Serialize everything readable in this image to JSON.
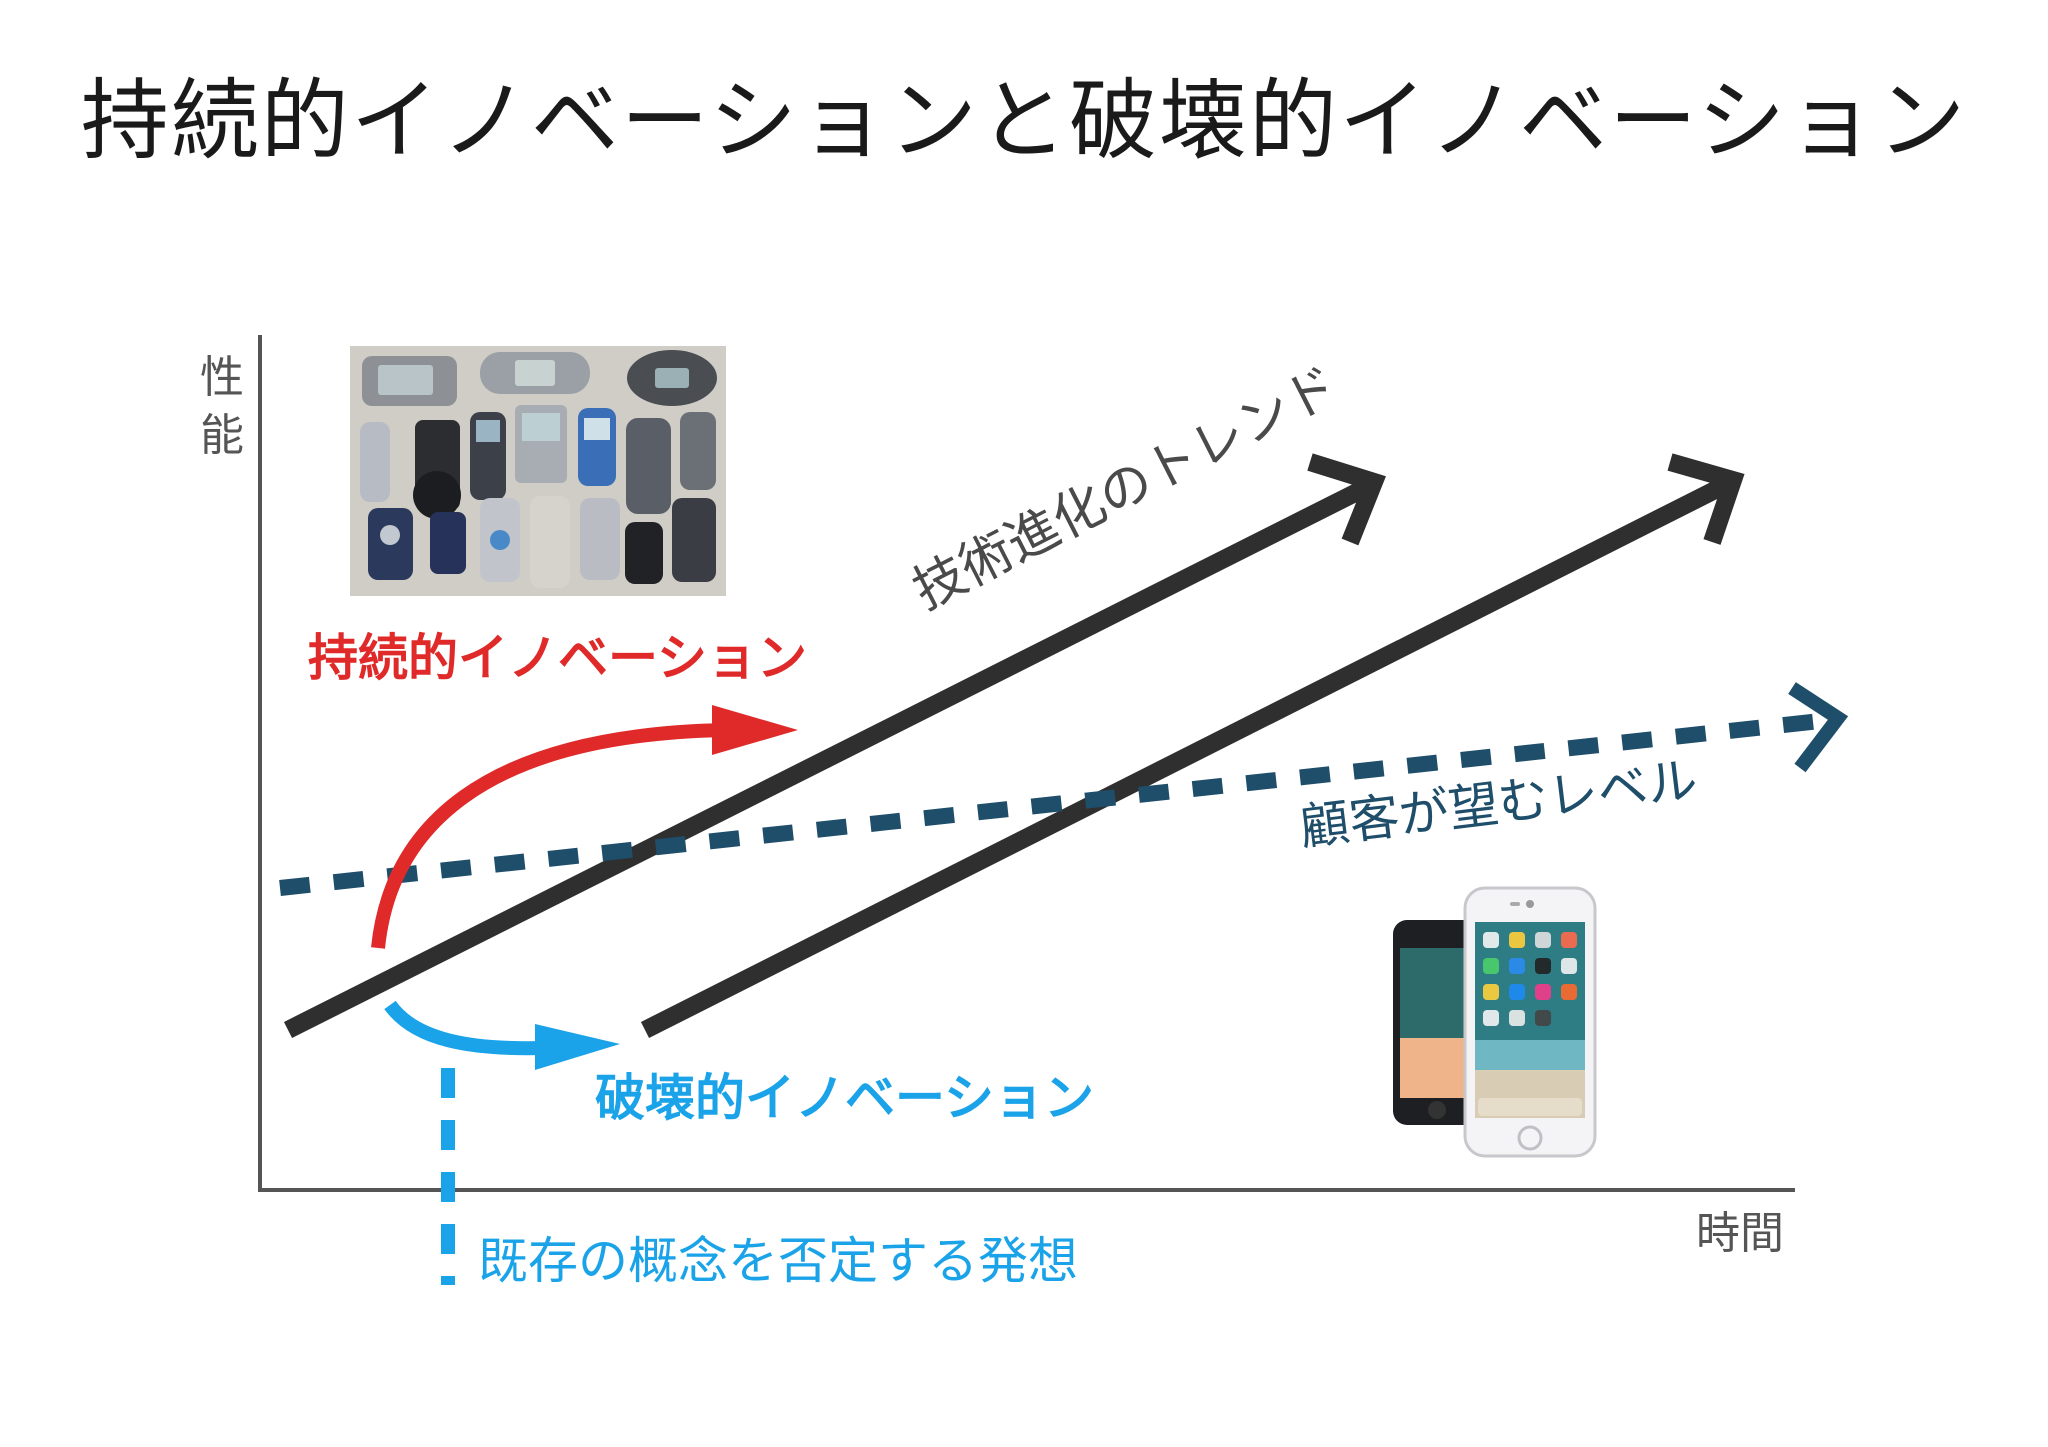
{
  "title": "持続的イノベーションと破壊的イノベーション",
  "axes": {
    "y_label_line1": "性",
    "y_label_line2": "能",
    "x_label": "時間"
  },
  "labels": {
    "trend": "技術進化のトレンド",
    "sustaining": "持続的イノベーション",
    "customer_level": "顧客が望むレベル",
    "disruptive": "破壊的イノベーション",
    "disruptive_note": "既存の概念を否定する発想"
  },
  "images": {
    "old_phones": "old-feature-phones-photo",
    "smartphones": "iphone-smartphones-photo"
  },
  "colors": {
    "trend_line": "#2f2f2f",
    "sustaining": "#e02a2a",
    "disruptive": "#1aa3e8",
    "customer_level": "#1f4e6b",
    "axis": "#555555"
  }
}
